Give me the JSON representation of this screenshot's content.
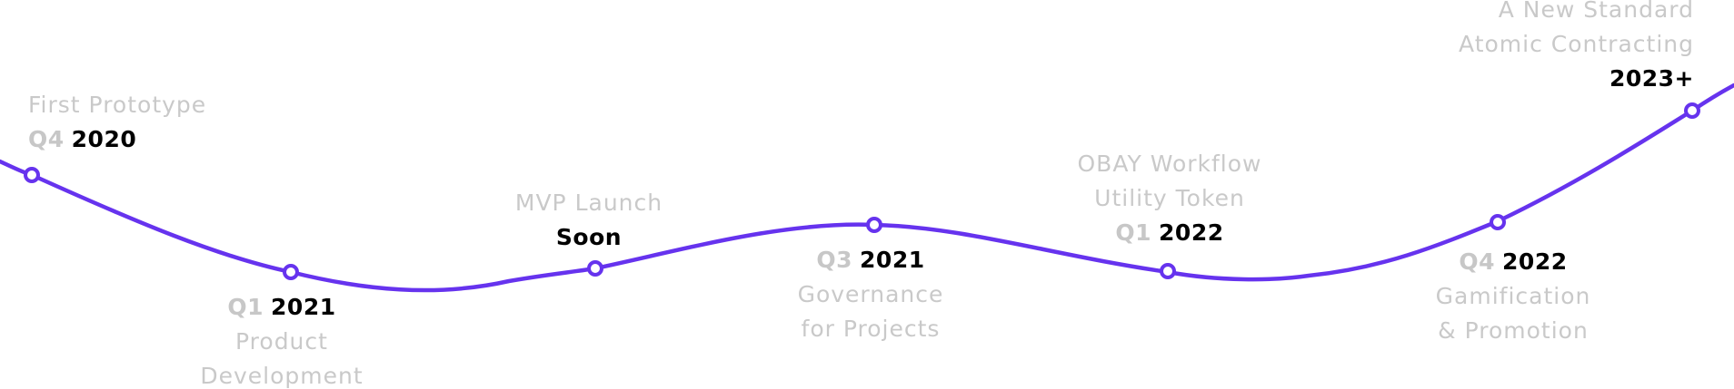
{
  "colors": {
    "line": "#6633ee",
    "dot_fill": "#ffffff",
    "label_muted": "#c9c9c9",
    "quarter": "#c7c7c7",
    "year": "#000000"
  },
  "milestones": [
    {
      "quarter": "Q4",
      "year": "2020",
      "desc": [
        "First Prototype"
      ]
    },
    {
      "quarter": "Q1",
      "year": "2021",
      "desc": [
        "Product",
        "Development"
      ]
    },
    {
      "quarter": "",
      "year": "Soon",
      "desc": [
        "MVP Launch"
      ]
    },
    {
      "quarter": "Q3",
      "year": "2021",
      "desc": [
        "Governance",
        "for Projects"
      ]
    },
    {
      "quarter": "Q1",
      "year": "2022",
      "desc": [
        "OBAY Workflow",
        "Utility Token"
      ]
    },
    {
      "quarter": "Q4",
      "year": "2022",
      "desc": [
        "Gamification",
        "& Promotion"
      ]
    },
    {
      "quarter": "",
      "year": "2023+",
      "desc": [
        "A New Standard",
        "Atomic Contracting"
      ]
    }
  ]
}
